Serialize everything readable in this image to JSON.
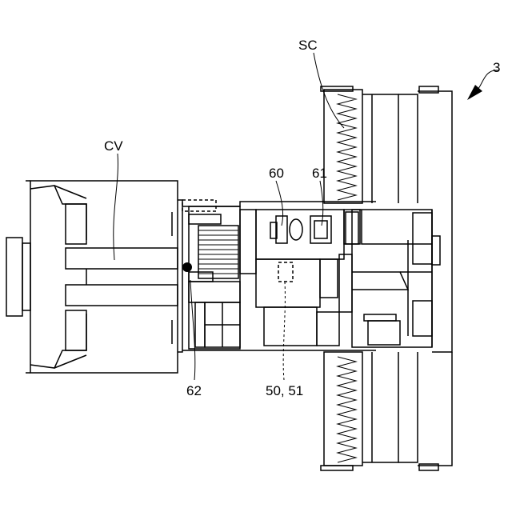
{
  "labels": {
    "sc": "SC",
    "ref3": "3",
    "cv": "CV",
    "ref60": "60",
    "ref61": "61",
    "ref62": "62",
    "ref5051": "50, 51"
  }
}
